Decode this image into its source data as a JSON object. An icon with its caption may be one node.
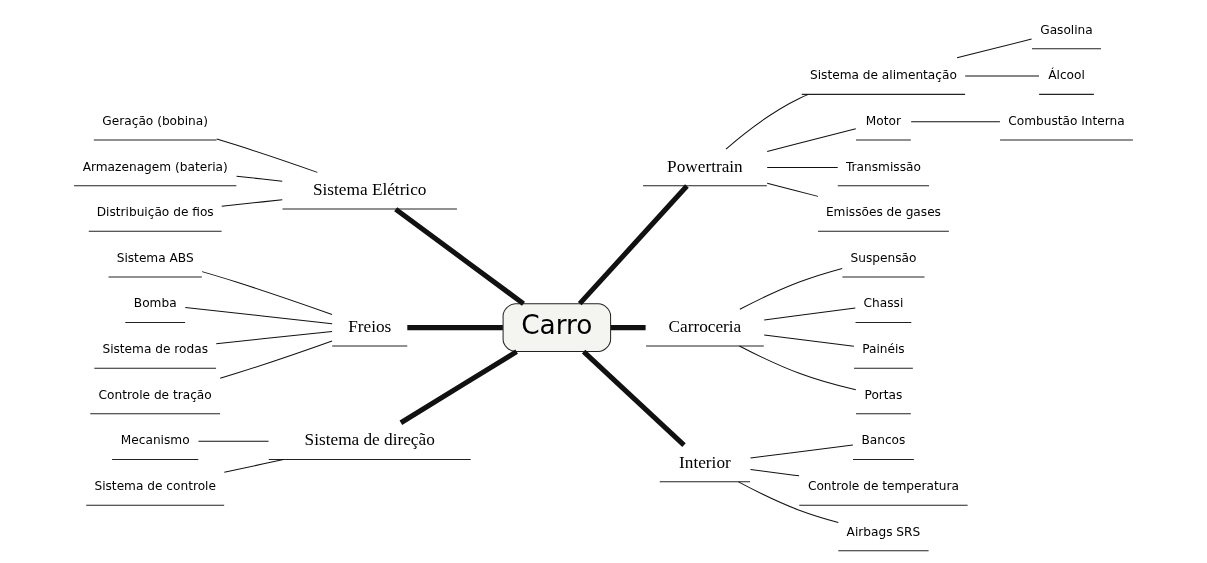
{
  "diagram": {
    "nodes": [
      {
        "text": [
          "Carro"
        ]
      },
      {
        "text": [
          "Powertrain"
        ]
      },
      {
        "text": [
          "Sistema de alimentação"
        ]
      },
      {
        "text": [
          "Gasolina"
        ]
      },
      {
        "text": [
          "Álcool"
        ]
      },
      {
        "text": [
          "Motor"
        ]
      },
      {
        "text": [
          "Combustão Interna"
        ]
      },
      {
        "text": [
          "Transmissão"
        ]
      },
      {
        "text": [
          "Emissões de gases"
        ]
      },
      {
        "text": [
          "Carroceria"
        ]
      },
      {
        "text": [
          "Suspensão"
        ]
      },
      {
        "text": [
          "Chassi"
        ]
      },
      {
        "text": [
          "Painéis"
        ]
      },
      {
        "text": [
          "Portas"
        ]
      },
      {
        "text": [
          "Interior"
        ]
      },
      {
        "text": [
          "Bancos"
        ]
      },
      {
        "text": [
          "Controle de temperatura"
        ]
      },
      {
        "text": [
          "Airbags SRS"
        ]
      },
      {
        "text": [
          "Sistema Elétrico"
        ]
      },
      {
        "text": [
          "Geração (bobina)"
        ]
      },
      {
        "text": [
          "Armazenagem (bateria)"
        ]
      },
      {
        "text": [
          "Distribuição de fios"
        ]
      },
      {
        "text": [
          "Freios"
        ]
      },
      {
        "text": [
          "Sistema ABS"
        ]
      },
      {
        "text": [
          "Bomba"
        ]
      },
      {
        "text": [
          "Sistema de rodas"
        ]
      },
      {
        "text": [
          "Controle de tração"
        ]
      },
      {
        "text": [
          "Sistema de direção"
        ]
      },
      {
        "text": [
          "Mecanismo"
        ]
      },
      {
        "text": [
          "Sistema de controle"
        ]
      }
    ],
    "edges": [
      {
        "from": 0,
        "to": 1,
        "arrow": "none",
        "style": "thick"
      },
      {
        "from": 1,
        "to": 2,
        "arrow": "none"
      },
      {
        "from": 2,
        "to": 3,
        "arrow": "none"
      },
      {
        "from": 2,
        "to": 4,
        "arrow": "none"
      },
      {
        "from": 1,
        "to": 5,
        "arrow": "none"
      },
      {
        "from": 5,
        "to": 6,
        "arrow": "none"
      },
      {
        "from": 1,
        "to": 7,
        "arrow": "none"
      },
      {
        "from": 1,
        "to": 8,
        "arrow": "none"
      },
      {
        "from": 0,
        "to": 9,
        "arrow": "none",
        "style": "thick"
      },
      {
        "from": 9,
        "to": 10,
        "arrow": "none"
      },
      {
        "from": 9,
        "to": 11,
        "arrow": "none"
      },
      {
        "from": 9,
        "to": 12,
        "arrow": "none"
      },
      {
        "from": 9,
        "to": 13,
        "arrow": "none"
      },
      {
        "from": 0,
        "to": 14,
        "arrow": "none",
        "style": "thick"
      },
      {
        "from": 14,
        "to": 15,
        "arrow": "none"
      },
      {
        "from": 14,
        "to": 16,
        "arrow": "none"
      },
      {
        "from": 14,
        "to": 17,
        "arrow": "none"
      },
      {
        "from": 18,
        "to": 0,
        "arrow": "none",
        "style": "thick"
      },
      {
        "from": 19,
        "to": 18,
        "arrow": "none"
      },
      {
        "from": 20,
        "to": 18,
        "arrow": "none"
      },
      {
        "from": 21,
        "to": 18,
        "arrow": "none"
      },
      {
        "from": 22,
        "to": 0,
        "arrow": "none",
        "style": "thick"
      },
      {
        "from": 23,
        "to": 22,
        "arrow": "none"
      },
      {
        "from": 24,
        "to": 22,
        "arrow": "none"
      },
      {
        "from": 25,
        "to": 22,
        "arrow": "none"
      },
      {
        "from": 26,
        "to": 22,
        "arrow": "none"
      },
      {
        "from": 27,
        "to": 0,
        "arrow": "none",
        "style": "thick"
      },
      {
        "from": 28,
        "to": 27,
        "arrow": "none"
      },
      {
        "from": 29,
        "to": 27,
        "arrow": "none"
      }
    ]
  }
}
